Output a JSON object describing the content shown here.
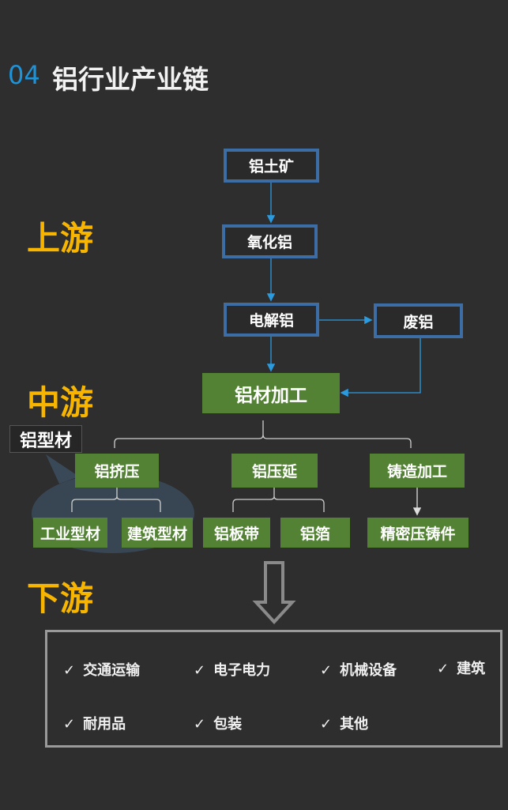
{
  "header": {
    "number": "04",
    "title": "铝行业产业链"
  },
  "stages": {
    "upstream": "上游",
    "midstream": "中游",
    "downstream": "下游"
  },
  "upstream": {
    "bauxite": "铝土矿",
    "alumina": "氧化铝",
    "electrolytic": "电解铝",
    "scrap": "废铝"
  },
  "midstream": {
    "processing": "铝材加工",
    "profile_tag": "铝型材",
    "extrusion": "铝挤压",
    "rolling": "铝压延",
    "casting": "铸造加工",
    "industrial_profile": "工业型材",
    "building_profile": "建筑型材",
    "sheet_strip": "铝板带",
    "foil": "铝箔",
    "die_casting": "精密压铸件"
  },
  "downstream": {
    "check": "✓",
    "items": [
      "交通运输",
      "电子电力",
      "机械设备",
      "建筑",
      "耐用品",
      "包装",
      "其他"
    ]
  },
  "colors": {
    "title_blue": "#1f93d8",
    "stage_yellow": "#f7b500",
    "green": "#548235",
    "blue_border": "#3c6ea5"
  }
}
